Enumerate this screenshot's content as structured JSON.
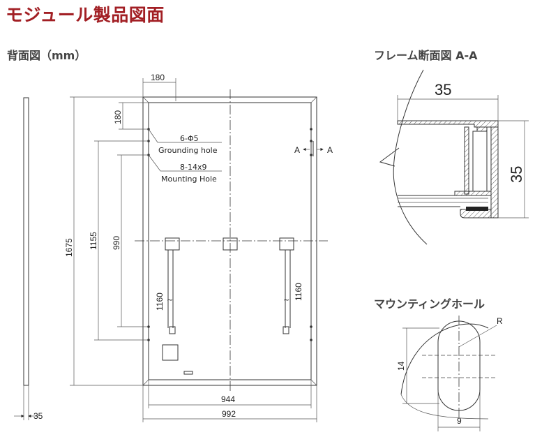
{
  "title": "モジュール製品図面",
  "sections": {
    "back": "背面図（mm）",
    "frame": "フレーム断面図 A-A",
    "mount": "マウンティングホール"
  },
  "dims": {
    "d180_top": "180",
    "d180_side": "180",
    "d1675": "1675",
    "d1155": "1155",
    "d990": "990",
    "d1160_left": "1160",
    "d1160_right": "1160",
    "d944": "944",
    "d992": "992",
    "d35_side": "35",
    "frame_w": "35",
    "frame_h": "35",
    "hole_h": "14",
    "hole_w": "9",
    "radius": "R"
  },
  "labels": {
    "ground_code": "6-Φ5",
    "ground_text": "Grounding hole",
    "mount_code": "8-14x9",
    "mount_text": "Mounting Hole",
    "section_a1": "A",
    "section_a2": "A"
  },
  "colors": {
    "title": "#a21f24",
    "line": "#333333"
  }
}
